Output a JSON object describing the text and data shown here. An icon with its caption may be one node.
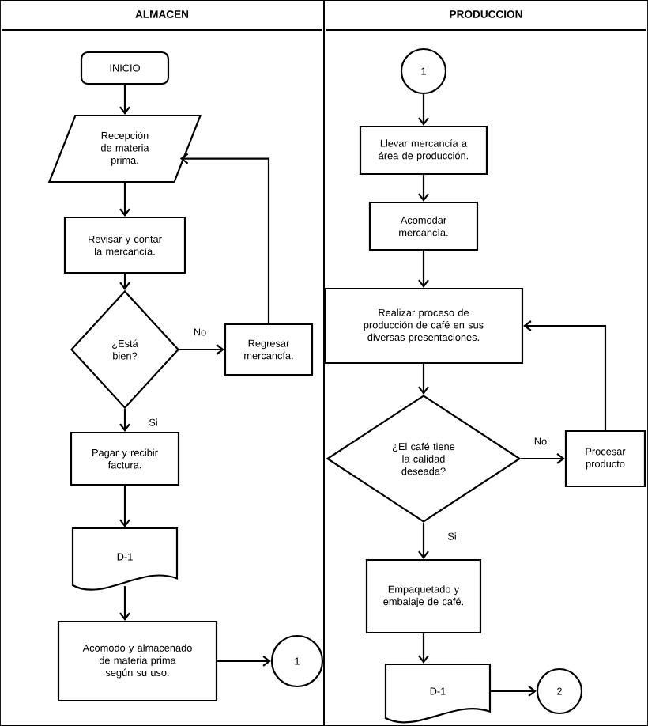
{
  "diagram": {
    "nodes": [
      {
        "text": [
          "ALMACEN"
        ]
      },
      {
        "text": [
          "PRODUCCION"
        ]
      },
      {
        "text": [
          "INICIO"
        ],
        "in": 0
      },
      {
        "text": [
          "Recepción de materia prima."
        ],
        "in": 0
      },
      {
        "text": [
          "Revisar y contar la mercancía."
        ],
        "in": 0
      },
      {
        "text": [
          "¿Está bien?"
        ],
        "in": 0
      },
      {
        "text": [
          "Regresar mercancía."
        ],
        "in": 0
      },
      {
        "text": [
          "Pagar y recibir factura."
        ],
        "in": 0
      },
      {
        "text": [
          "D-1"
        ],
        "in": 0
      },
      {
        "text": [
          "Acomodo y almacenado de materia prima según su uso."
        ],
        "in": 0
      },
      {
        "text": [
          "1"
        ],
        "in": 0
      },
      {
        "text": [
          "1"
        ],
        "in": 1
      },
      {
        "text": [
          "Llevar mercancía a área de producción."
        ],
        "in": 1
      },
      {
        "text": [
          "Acomodar mercancía."
        ],
        "in": 1
      },
      {
        "text": [
          "Realizar proceso de producción de café en sus diversas presentaciones."
        ],
        "in": 1
      },
      {
        "text": [
          "¿El café tiene la calidad deseada?"
        ],
        "in": 1
      },
      {
        "text": [
          "Procesar producto"
        ],
        "in": 1
      },
      {
        "text": [
          "Empaquetado y embalaje de café."
        ],
        "in": 1
      },
      {
        "text": [
          "D-1"
        ],
        "in": 1
      },
      {
        "text": [
          "2"
        ],
        "in": 1
      }
    ],
    "edges": [
      {
        "from": 2,
        "to": 3,
        "arrow": "to"
      },
      {
        "from": 3,
        "to": 4,
        "arrow": "to"
      },
      {
        "from": 4,
        "to": 5,
        "arrow": "to"
      },
      {
        "from": 5,
        "to": 6,
        "arrow": "to",
        "label": "No"
      },
      {
        "from": 6,
        "to": 3,
        "arrow": "to"
      },
      {
        "from": 5,
        "to": 7,
        "arrow": "to",
        "label": "Si"
      },
      {
        "from": 7,
        "to": 8,
        "arrow": "to"
      },
      {
        "from": 8,
        "to": 9,
        "arrow": "to"
      },
      {
        "from": 9,
        "to": 10,
        "arrow": "to"
      },
      {
        "from": 11,
        "to": 12,
        "arrow": "to"
      },
      {
        "from": 12,
        "to": 13,
        "arrow": "to"
      },
      {
        "from": 13,
        "to": 14,
        "arrow": "to"
      },
      {
        "from": 14,
        "to": 15,
        "arrow": "to"
      },
      {
        "from": 15,
        "to": 16,
        "arrow": "to",
        "label": "No"
      },
      {
        "from": 16,
        "to": 14,
        "arrow": "to"
      },
      {
        "from": 15,
        "to": 17,
        "arrow": "to",
        "label": "Si"
      },
      {
        "from": 17,
        "to": 18,
        "arrow": "to"
      },
      {
        "from": 18,
        "to": 19,
        "arrow": "to"
      }
    ]
  }
}
